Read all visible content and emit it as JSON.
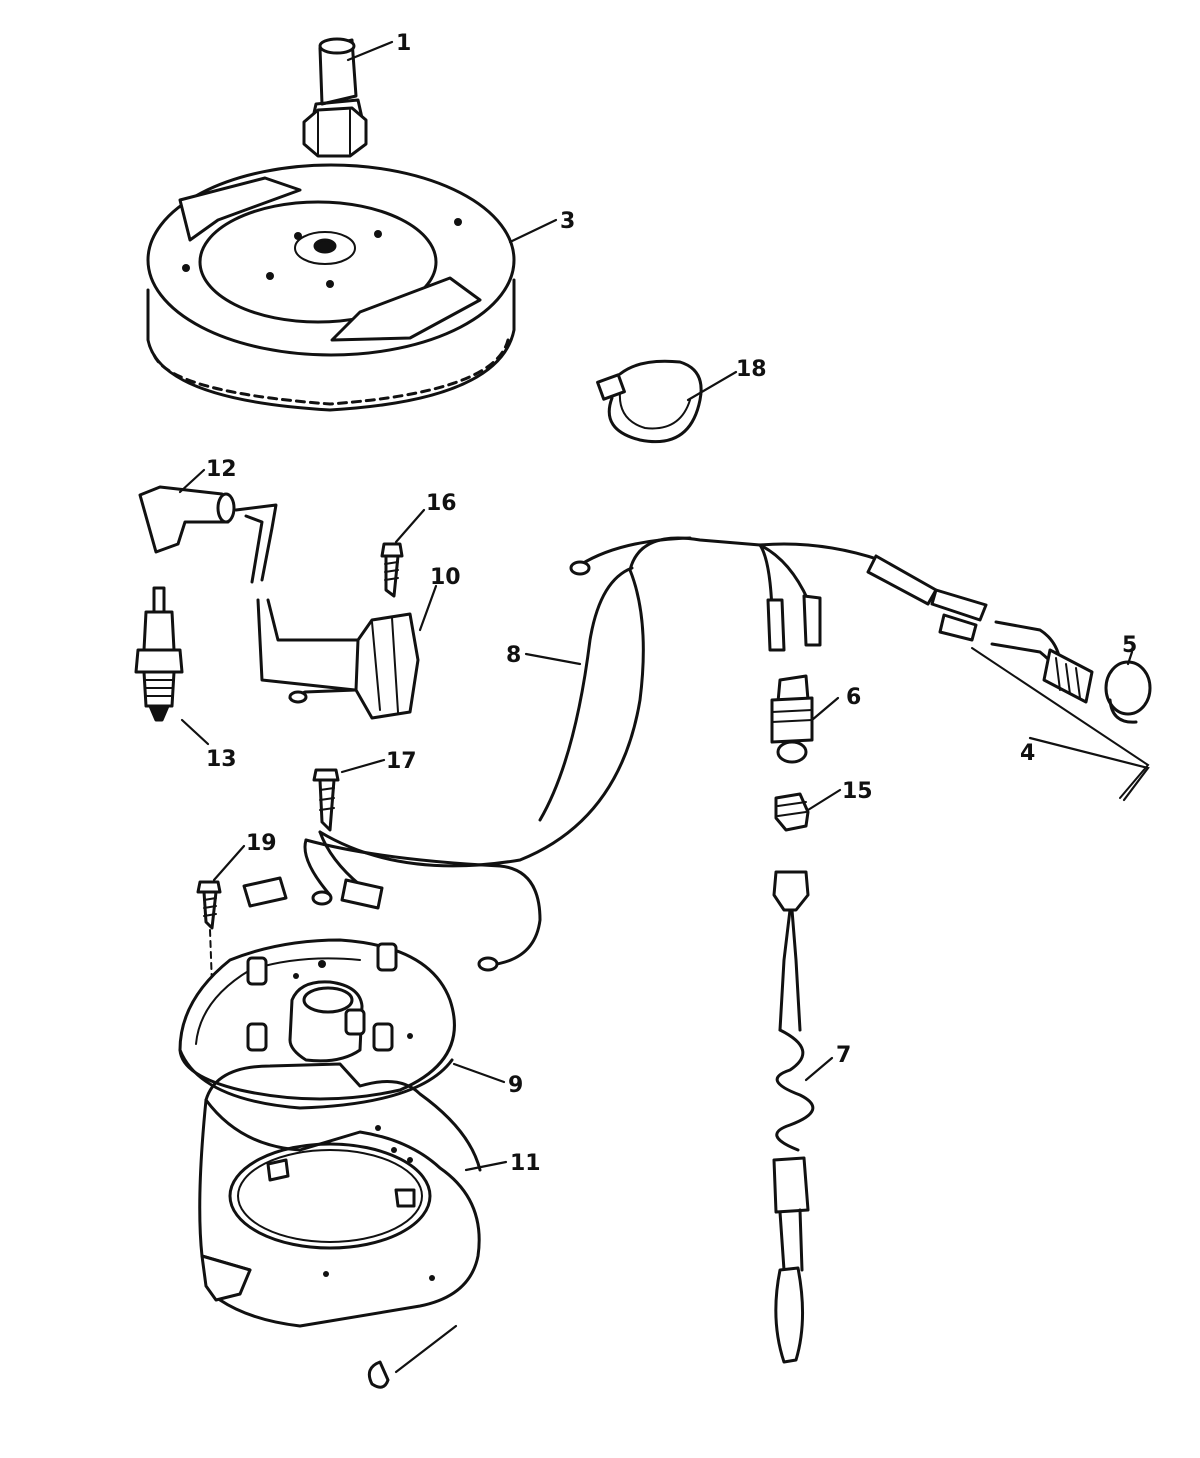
{
  "callouts": [
    {
      "id": "1",
      "part": "flywheel-nut-and-shaft"
    },
    {
      "id": "3",
      "part": "flywheel"
    },
    {
      "id": "4",
      "part": "stop-switch-assembly"
    },
    {
      "id": "5",
      "part": "stop-button-cap"
    },
    {
      "id": "6",
      "part": "stop-switch"
    },
    {
      "id": "7",
      "part": "lanyard"
    },
    {
      "id": "8",
      "part": "wiring-harness"
    },
    {
      "id": "9",
      "part": "stator-plate"
    },
    {
      "id": "10",
      "part": "ignition-coil"
    },
    {
      "id": "11",
      "part": "retainer-plate"
    },
    {
      "id": "12",
      "part": "spark-plug-boot"
    },
    {
      "id": "13",
      "part": "spark-plug"
    },
    {
      "id": "15",
      "part": "nut"
    },
    {
      "id": "16",
      "part": "screw"
    },
    {
      "id": "17",
      "part": "screw"
    },
    {
      "id": "18",
      "part": "cable-clamp"
    },
    {
      "id": "19",
      "part": "screw"
    }
  ]
}
